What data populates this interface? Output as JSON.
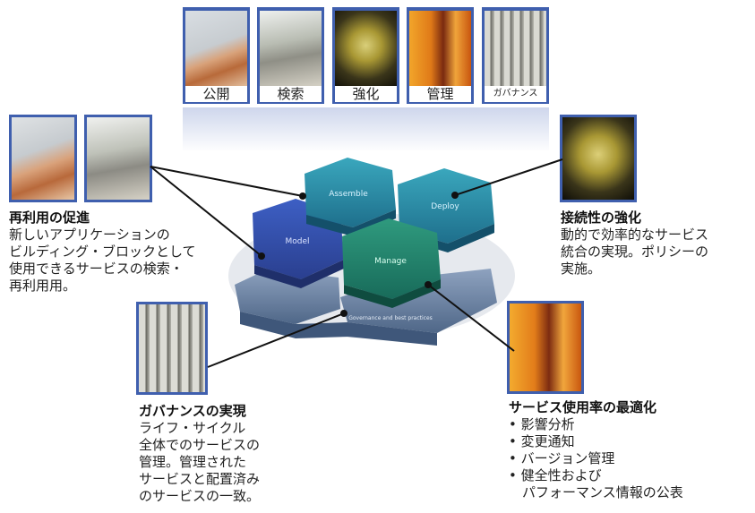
{
  "top_tabs": [
    {
      "label": "公開",
      "icon": "newspaper-icon"
    },
    {
      "label": "検索",
      "icon": "pen-writing-icon"
    },
    {
      "label": "強化",
      "icon": "puzzle-pieces-icon"
    },
    {
      "label": "管理",
      "icon": "chess-pieces-icon"
    },
    {
      "label": "ガバナンス",
      "icon": "columns-icon"
    }
  ],
  "hexagons": {
    "assemble": "Assemble",
    "deploy": "Deploy",
    "model": "Model",
    "manage": "Manage",
    "base": "Governance and best practices"
  },
  "callouts": {
    "reuse": {
      "title": "再利用の促進",
      "lines": [
        "新しいアプリケーションの",
        "ビルディング・ブロックとして",
        "使用できるサービスの検索・",
        "再利用用。"
      ]
    },
    "connect": {
      "title": "接続性の強化",
      "lines": [
        "動的で効率的なサービス",
        "統合の実現。ポリシーの",
        "実施。"
      ]
    },
    "governance": {
      "title": "ガバナンスの実現",
      "lines": [
        "ライフ・サイクル",
        "全体でのサービスの",
        "管理。管理された",
        "サービスと配置済み",
        "のサービスの一致。"
      ]
    },
    "optimize": {
      "title": "サービス使用率の最適化",
      "lines": [
        "• 影響分析",
        "• 変更通知",
        "• バージョン管理",
        "• 健全性および",
        "　パフォーマンス情報の公表"
      ]
    }
  }
}
